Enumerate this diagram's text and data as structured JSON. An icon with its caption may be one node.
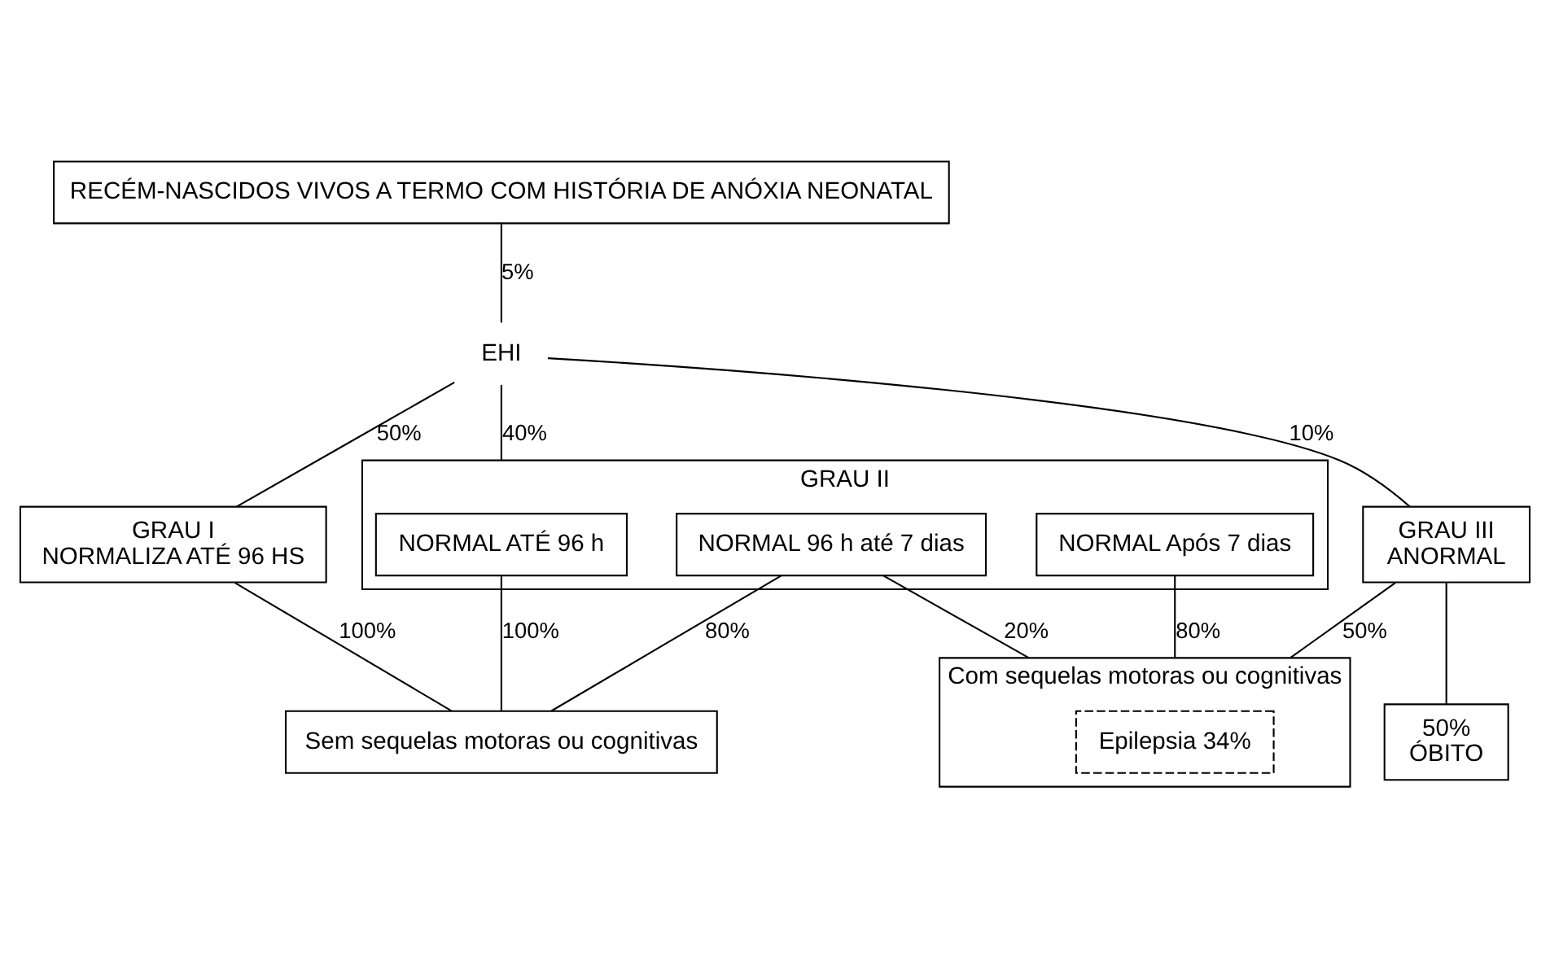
{
  "diagram": {
    "nodes": [
      {
        "text": [
          "RECÉM-NASCIDOS VIVOS A TERMO COM HISTÓRIA DE ANÓXIA NEONATAL"
        ]
      },
      {
        "text": [
          "EHI"
        ]
      },
      {
        "text": [
          "GRAU I",
          "NORMALIZA ATÉ 96 HS"
        ]
      },
      {
        "text": [
          "GRAU II"
        ]
      },
      {
        "text": [
          "NORMAL ATÉ 96 h"
        ],
        "in": 3
      },
      {
        "text": [
          "NORMAL 96 h até 7 dias"
        ],
        "in": 3
      },
      {
        "text": [
          "NORMAL Após 7 dias"
        ],
        "in": 3
      },
      {
        "text": [
          "GRAU III",
          "ANORMAL"
        ]
      },
      {
        "text": [
          "Sem sequelas motoras ou cognitivas"
        ]
      },
      {
        "text": [
          "Com sequelas motoras ou cognitivas"
        ]
      },
      {
        "text": [
          "Epilepsia 34%"
        ],
        "in": 9
      },
      {
        "text": [
          "50%",
          "ÓBITO"
        ]
      }
    ],
    "edges": [
      {
        "from": 0,
        "to": 1,
        "arrow": "none",
        "label": "5%"
      },
      {
        "from": 1,
        "to": 2,
        "arrow": "none",
        "label": "50%"
      },
      {
        "from": 1,
        "to": 3,
        "arrow": "none",
        "label": "40%"
      },
      {
        "from": 1,
        "to": 7,
        "arrow": "none",
        "label": "10%"
      },
      {
        "from": 2,
        "to": 8,
        "arrow": "none",
        "label": "100%"
      },
      {
        "from": 4,
        "to": 8,
        "arrow": "none",
        "label": "100%"
      },
      {
        "from": 5,
        "to": 8,
        "arrow": "none",
        "label": "80%"
      },
      {
        "from": 5,
        "to": 9,
        "arrow": "none",
        "label": "20%"
      },
      {
        "from": 6,
        "to": 9,
        "arrow": "none",
        "label": "80%"
      },
      {
        "from": 7,
        "to": 9,
        "arrow": "none",
        "label": "50%"
      },
      {
        "from": 7,
        "to": 11,
        "arrow": "none"
      }
    ]
  }
}
